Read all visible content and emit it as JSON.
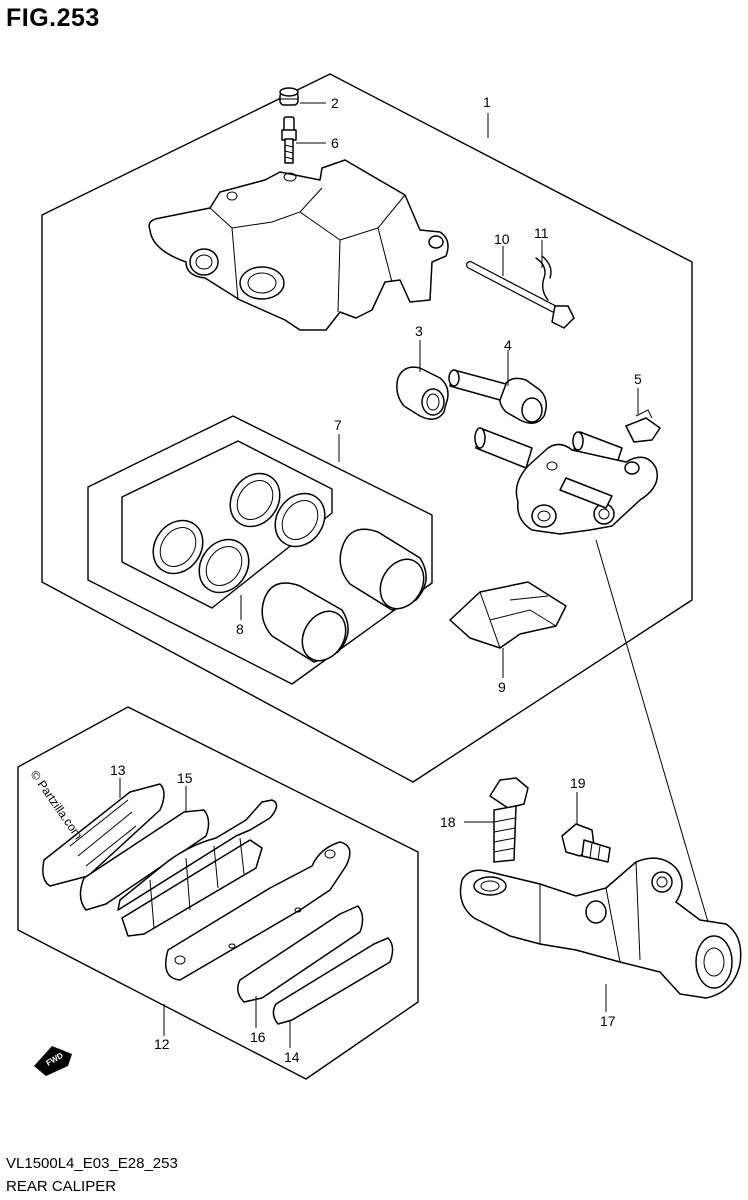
{
  "figure": {
    "title": "FIG.253",
    "code": "VL1500L4_E03_E28_253",
    "caption": "REAR CALIPER"
  },
  "watermark": "© Partzilla.com",
  "direction_marker": "FWD",
  "callouts": {
    "c1": "1",
    "c2": "2",
    "c3": "3",
    "c4": "4",
    "c5": "5",
    "c6": "6",
    "c7": "7",
    "c8": "8",
    "c9": "9",
    "c10": "10",
    "c11": "11",
    "c12": "12",
    "c13": "13",
    "c14": "14",
    "c15": "15",
    "c16": "16",
    "c17": "17",
    "c18": "18",
    "c19": "19"
  }
}
